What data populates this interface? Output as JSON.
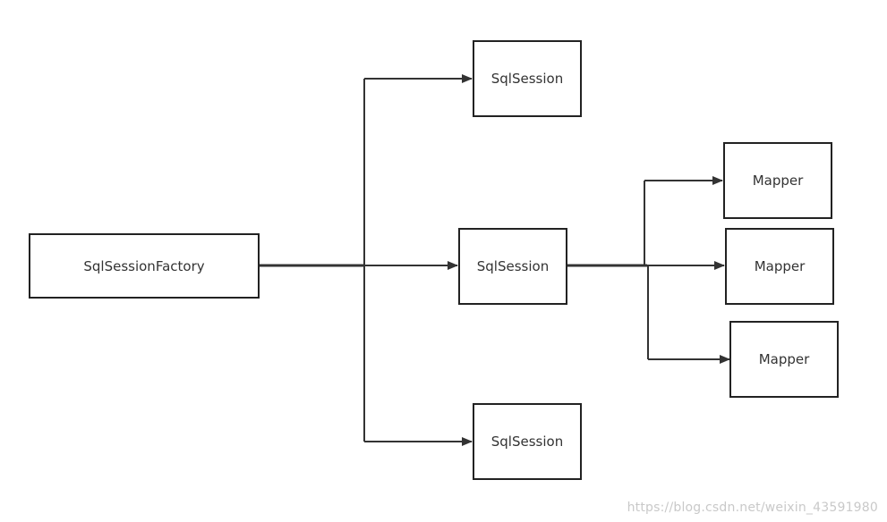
{
  "nodes": {
    "factory": "SqlSessionFactory",
    "session_top": "SqlSession",
    "session_middle": "SqlSession",
    "session_bottom": "SqlSession",
    "mapper_1": "Mapper",
    "mapper_2": "Mapper",
    "mapper_3": "Mapper"
  },
  "watermark": "https://blog.csdn.net/weixin_43591980"
}
